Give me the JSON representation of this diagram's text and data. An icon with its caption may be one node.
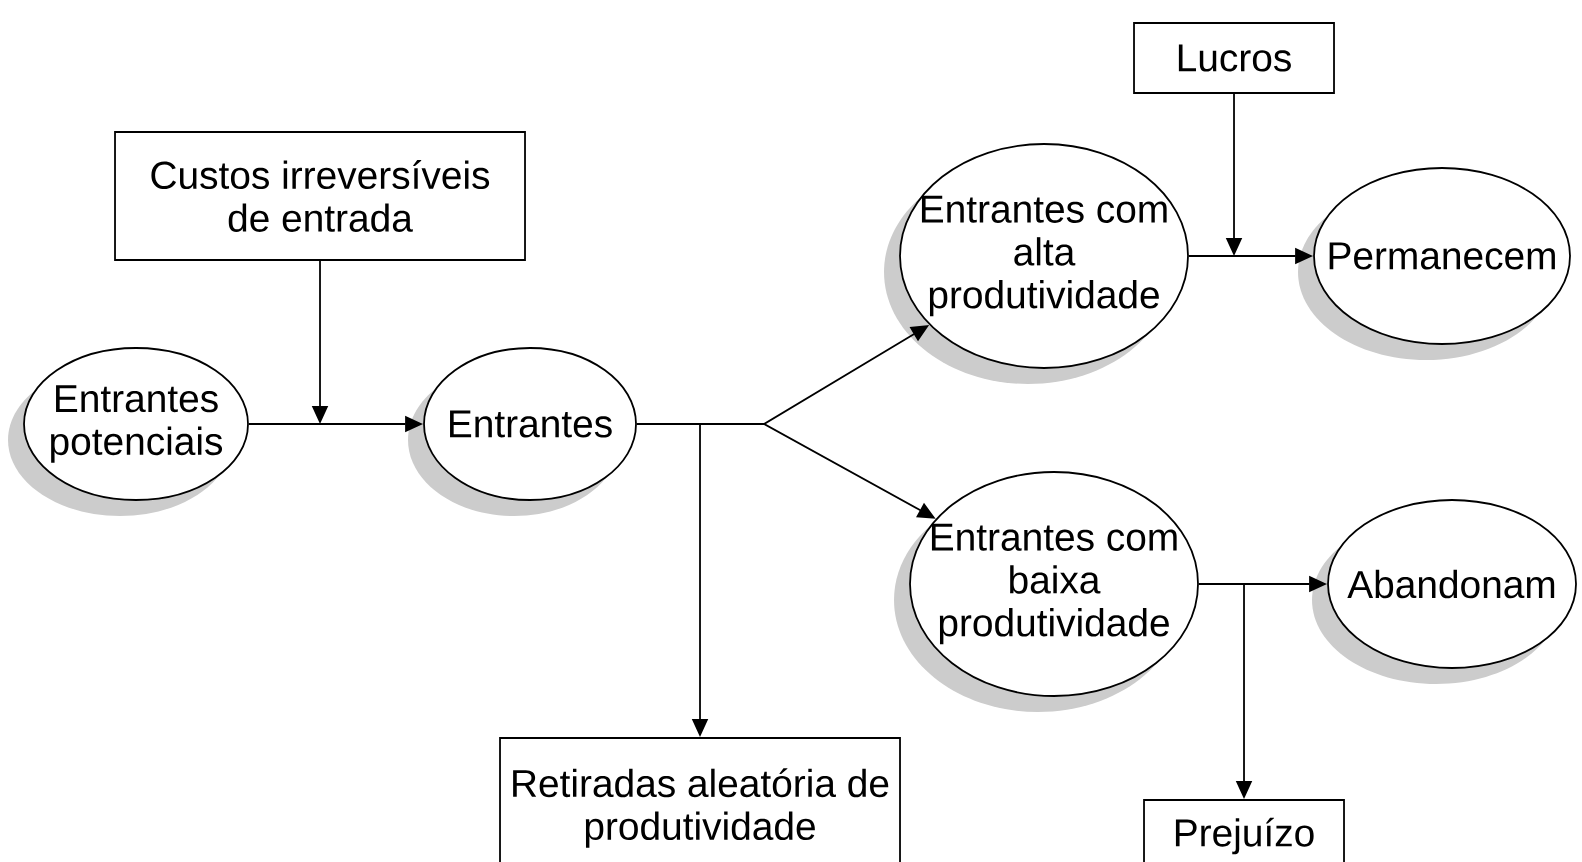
{
  "diagram": {
    "nodes": [
      {
        "text": [
          "Entrantes potenciais"
        ]
      },
      {
        "text": [
          "Custos irreversíveis de entrada"
        ]
      },
      {
        "text": [
          "Entrantes"
        ]
      },
      {
        "text": [
          "Entrantes com alta produtividade"
        ]
      },
      {
        "text": [
          "Lucros"
        ]
      },
      {
        "text": [
          "Permanecem"
        ]
      },
      {
        "text": [
          "Entrantes com baixa produtividade"
        ]
      },
      {
        "text": [
          "Abandonam"
        ]
      },
      {
        "text": [
          "Retiradas aleatória de produtividade"
        ]
      },
      {
        "text": [
          "Prejuízo"
        ]
      }
    ],
    "edges": [
      {
        "from": 0,
        "to": 2,
        "arrow": "to"
      },
      {
        "from": 1,
        "to": null,
        "arrow": "to"
      },
      {
        "from": 2,
        "to": 3,
        "arrow": "to"
      },
      {
        "from": 2,
        "to": 6,
        "arrow": "to"
      },
      {
        "from": 2,
        "to": 8,
        "arrow": "to"
      },
      {
        "from": 3,
        "to": 5,
        "arrow": "to"
      },
      {
        "from": 4,
        "to": null,
        "arrow": "to"
      },
      {
        "from": 6,
        "to": 7,
        "arrow": "to"
      },
      {
        "from": 6,
        "to": 9,
        "arrow": "to"
      }
    ]
  }
}
